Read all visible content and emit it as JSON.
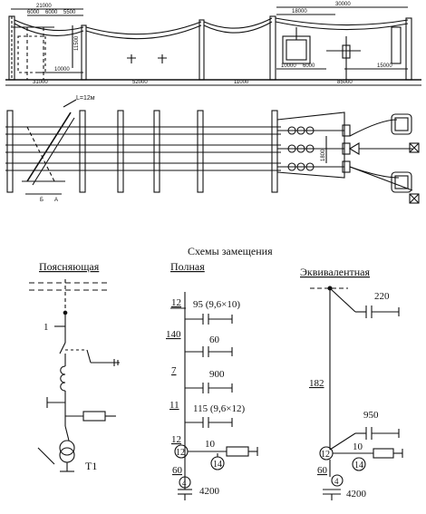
{
  "plan": {
    "dims_top": [
      "21000",
      "6000",
      "6000",
      "5500",
      "30000",
      "18000"
    ],
    "dims_mid": [
      "11500",
      "10000",
      "10000",
      "6000",
      "15000"
    ],
    "dims_bottom": [
      "31000",
      "52000",
      "11000",
      "85000"
    ],
    "angle_label": "L=12м",
    "small_dim": "1800",
    "section_letters": [
      "Б",
      "А"
    ]
  },
  "section_title": "Схемы замещения",
  "explanatory": {
    "title": "Поясняющая",
    "label_1": "1",
    "label_t1": "T1"
  },
  "full": {
    "title": "Полная",
    "rows": [
      {
        "left": "12",
        "right": "95 (9,6×10)"
      },
      {
        "left": "140",
        "right": "60"
      },
      {
        "left": "7",
        "right": "900"
      },
      {
        "left": "11",
        "right": "115 (9,6×12)"
      }
    ],
    "bottom_left": "12",
    "node_12": "12",
    "node_14": "14",
    "node_4": "4",
    "val_10": "10",
    "val_60": "60",
    "val_4200": "4200"
  },
  "equivalent": {
    "title": "Эквивалентная",
    "cap_top": "220",
    "long_line": "182",
    "cap_mid": "950",
    "node_12": "12",
    "node_14": "14",
    "node_4": "4",
    "val_10": "10",
    "val_60": "60",
    "val_4200": "4200"
  }
}
